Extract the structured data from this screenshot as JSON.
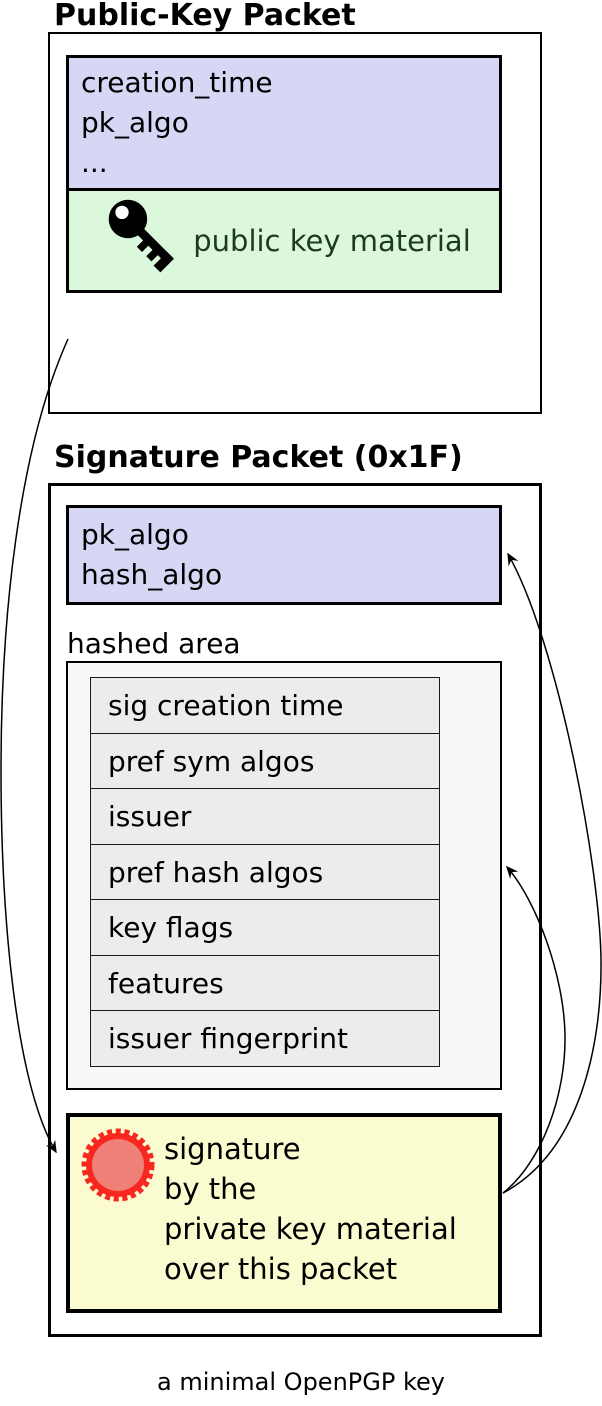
{
  "page": {
    "caption": "a minimal OpenPGP key"
  },
  "public_key_packet": {
    "title": "Public-Key Packet",
    "header_fields": [
      "creation_time",
      "pk_algo",
      "..."
    ],
    "material_label": "public key material"
  },
  "signature_packet": {
    "title": "Signature Packet (0x1F)",
    "header_fields": [
      "pk_algo",
      "hash_algo"
    ],
    "hashed_area": {
      "label": "hashed area",
      "subpackets": [
        "sig creation time",
        "pref sym algos",
        "issuer",
        "pref hash algos",
        "key flags",
        "features",
        "issuer fingerprint"
      ]
    },
    "signature_block": {
      "lines": [
        "signature",
        "by the",
        "private key material",
        "over this packet"
      ]
    }
  },
  "icons": {
    "public_key_material": "key-icon",
    "signature_seal": "seal-icon"
  },
  "colors": {
    "lavender": "#d6d6f5",
    "green_bg": "#dcf8dc",
    "green_text": "#1c3b1c",
    "yellow": "#fbfbd0",
    "hashed_bg": "#f8f8f8",
    "row_bg": "#ececec",
    "seal_ring": "#f8271f",
    "seal_fill": "#ee8078",
    "line_color": "#000000"
  }
}
